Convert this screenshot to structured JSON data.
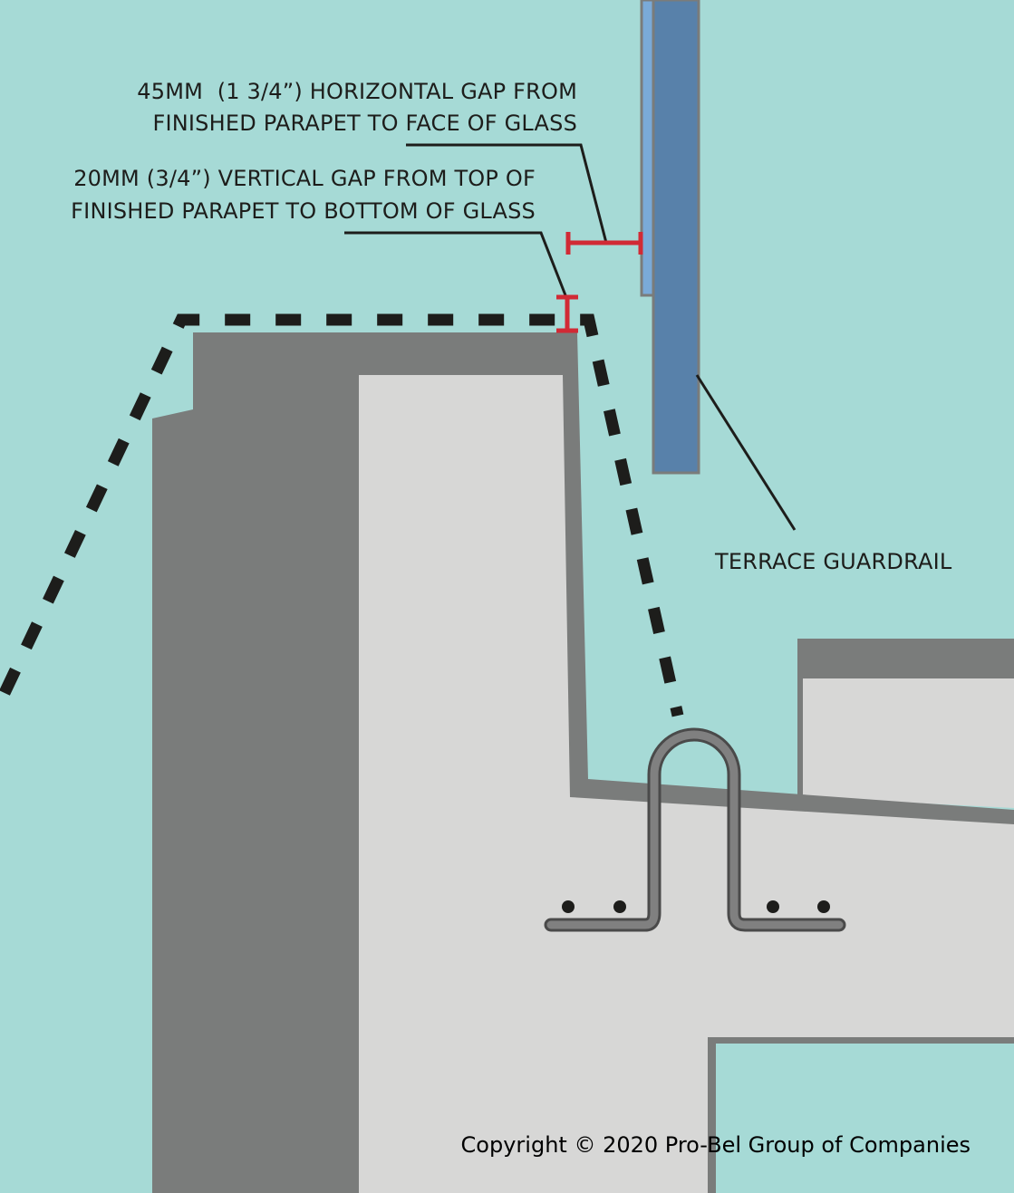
{
  "labels": {
    "horizontal_gap": {
      "line1": "45MM  (1 3/4”) HORIZONTAL GAP FROM",
      "line2": "FINISHED PARAPET TO FACE OF GLASS"
    },
    "vertical_gap": {
      "line1": "20MM (3/4”) VERTICAL GAP FROM TOP OF",
      "line2": "FINISHED PARAPET TO BOTTOM OF GLASS"
    },
    "guardrail": "TERRACE GUARDRAIL",
    "copyright": "Copyright © 2020 Pro-Bel Group of Companies"
  },
  "colors": {
    "background": "#a6dad6",
    "concrete_dark": "#7a7c7b",
    "concrete_light": "#d7d7d6",
    "glass_blue": "#5881aa",
    "glass_light_blue": "#7aaad8",
    "dimension_red": "#d12a35",
    "line_black": "#1d1d1b",
    "rebar_gray": "#808080"
  }
}
